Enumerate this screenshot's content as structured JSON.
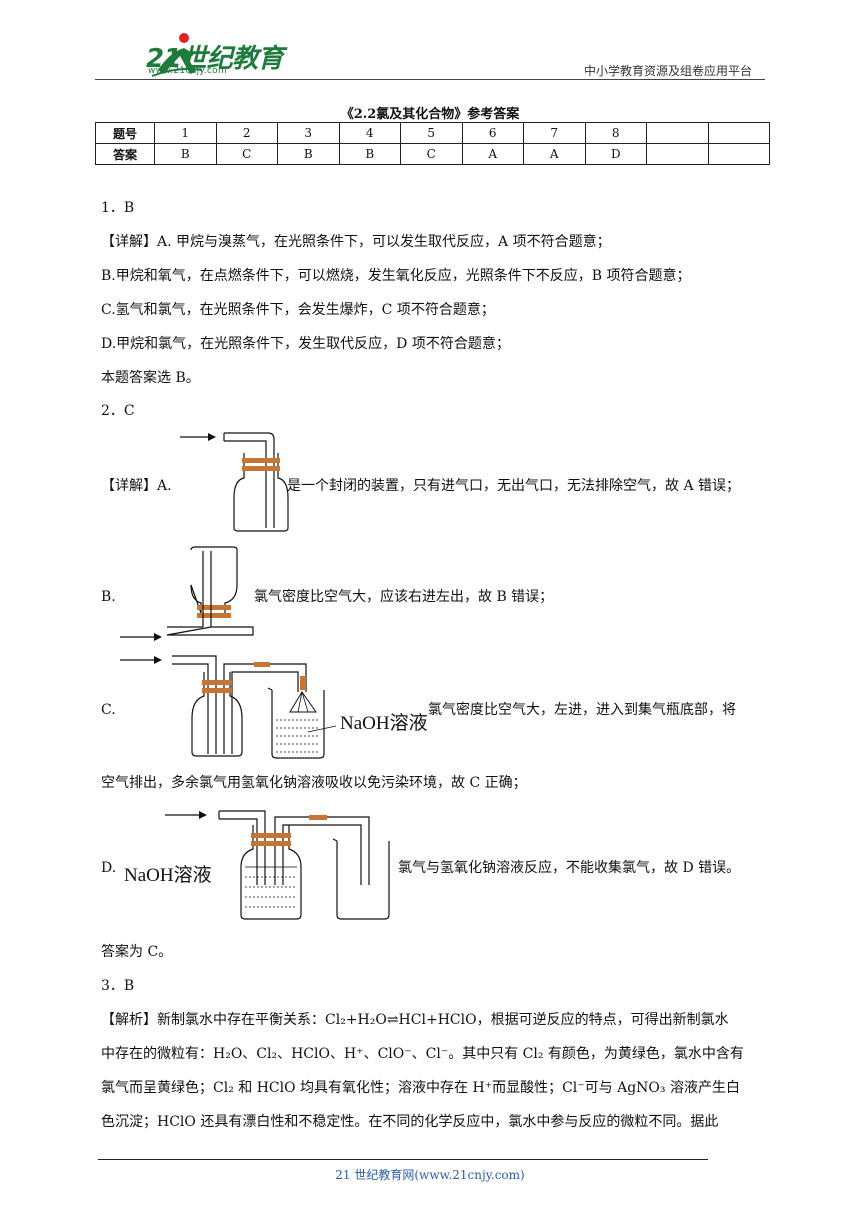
{
  "header": {
    "logo_text": "21世纪教育",
    "logo_url": "www.21cnjy.com",
    "right_text": "中小学教育资源及组卷应用平台"
  },
  "title": "《2.2氯及其化合物》参考答案",
  "answer_table": {
    "row1_label": "题号",
    "row2_label": "答案",
    "numbers": [
      "1",
      "2",
      "3",
      "4",
      "5",
      "6",
      "7",
      "8",
      "",
      ""
    ],
    "answers": [
      "B",
      "C",
      "B",
      "B",
      "C",
      "A",
      "A",
      "D",
      "",
      ""
    ]
  },
  "q1": {
    "head": "1．B",
    "lines": [
      "【详解】A. 甲烷与溴蒸气，在光照条件下，可以发生取代反应，A 项不符合题意；",
      "B.甲烷和氧气，在点燃条件下，可以燃烧，发生氧化反应，光照条件下不反应，B 项符合题意；",
      "C.氢气和氯气，在光照条件下，会发生爆炸，C 项不符合题意；",
      "D.甲烷和氯气，在光照条件下，发生取代反应，D 项不符合题意；",
      "本题答案选 B。"
    ]
  },
  "q2": {
    "head": "2．C",
    "a_label": "【详解】A.",
    "a_text": "是一个封闭的装置，只有进气口，无出气口，无法排除空气，故 A 错误；",
    "b_label": "B.",
    "b_text": "氯气密度比空气大，应该右进左出，故 B 错误；",
    "c_label": "C.",
    "c_text": "氯气密度比空气大，左进，进入到集气瓶底部，将",
    "c_text2": "空气排出，多余氯气用氢氧化钠溶液吸收以免污染环境，故 C 正确；",
    "d_label": "D.",
    "d_text": "氯气与氢氧化钠溶液反应，不能收集氯气，故 D 错误。",
    "naoh_label": "NaOH溶液",
    "conclusion": "答案为 C。"
  },
  "q3": {
    "head": "3．B",
    "line1": "【解析】新制氯水中存在平衡关系：Cl₂+H₂O⇌HCl+HClO，根据可逆反应的特点，可得出新制氯水",
    "line2": "中存在的微粒有：H₂O、Cl₂、HClO、H⁺、ClO⁻、Cl⁻。其中只有 Cl₂ 有颜色，为黄绿色，氯水中含有",
    "line3": "氯气而呈黄绿色；Cl₂ 和 HClO 均具有氧化性；溶液中存在 H⁺而显酸性；Cl⁻可与 AgNO₃ 溶液产生白",
    "line4": "色沉淀；HClO 还具有漂白性和不稳定性。在不同的化学反应中，氯水中参与反应的微粒不同。据此"
  },
  "footer": "21 世纪教育网(www.21cnjy.com)",
  "colors": {
    "brand_green": "#1e7b3c",
    "stopper_orange": "#c87533",
    "link_blue": "#2a5db0"
  }
}
